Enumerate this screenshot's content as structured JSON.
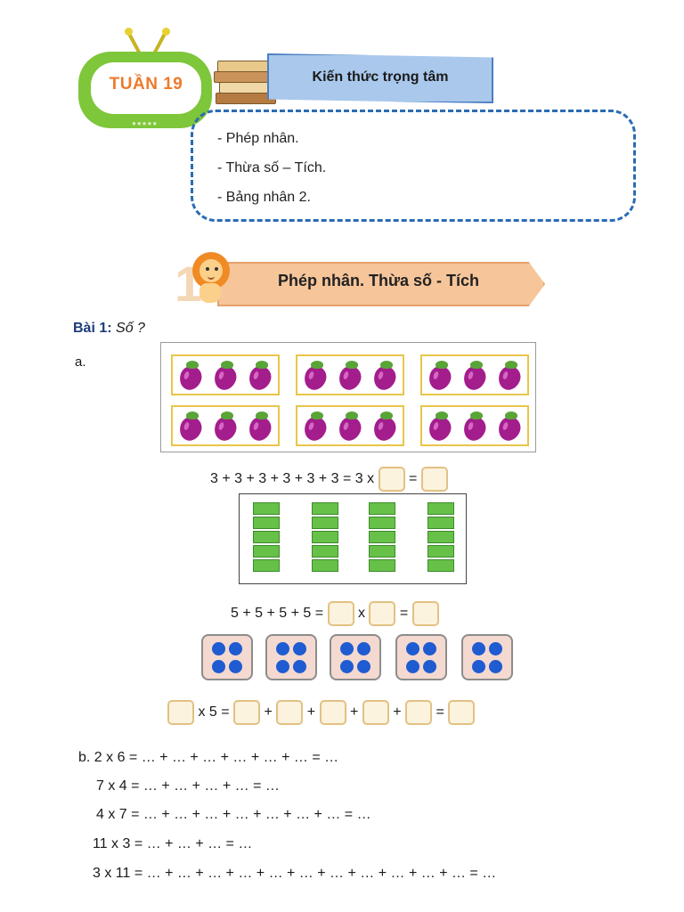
{
  "header": {
    "week_badge": "TUẦN 19",
    "banner_title": "Kiến thức trọng tâm",
    "knowledge_items": [
      "- Phép nhân.",
      "- Thừa số – Tích.",
      "- Bảng nhân 2."
    ]
  },
  "lesson": {
    "number": "1",
    "title": "Phép nhân. Thừa số - Tích"
  },
  "exercise": {
    "label": "Bài 1:",
    "prompt": "Số ?",
    "part_a_label": "a.",
    "eq1_left": "3 + 3 + 3 + 3 + 3 + 3 = 3 x",
    "eq2_left": "5 + 5 + 5 + 5 =",
    "times": "x",
    "equals": "=",
    "plus": "+",
    "eq3_mid": "x 5 =",
    "eggplant_groups": 6,
    "eggplants_per_group": 3,
    "rods": 4,
    "blocks_per_rod": 5,
    "dot_cards": 5,
    "dots_per_card": 4,
    "part_b": [
      "b. 2 x 6 = … + … + … + … + … + …  = …",
      "7 x 4 = … + … + … + … = …",
      "4 x 7 = … + … + … + … + … + … + … = …",
      "11 x 3 = … + … + … = …",
      "3 x 11 = … + … + … + … + … + … + … + … + … + … + … = …"
    ]
  },
  "colors": {
    "tv_green": "#7ec63a",
    "badge_orange": "#ee7a2b",
    "banner_blue": "#a9c8ec",
    "dash_blue": "#2a6bb5",
    "lesson_peach": "#f7c59a",
    "eggplant_purple": "#a31d8c",
    "block_green": "#67c148",
    "dot_blue": "#1f5bd1",
    "answer_box": "#fbf3dd"
  }
}
